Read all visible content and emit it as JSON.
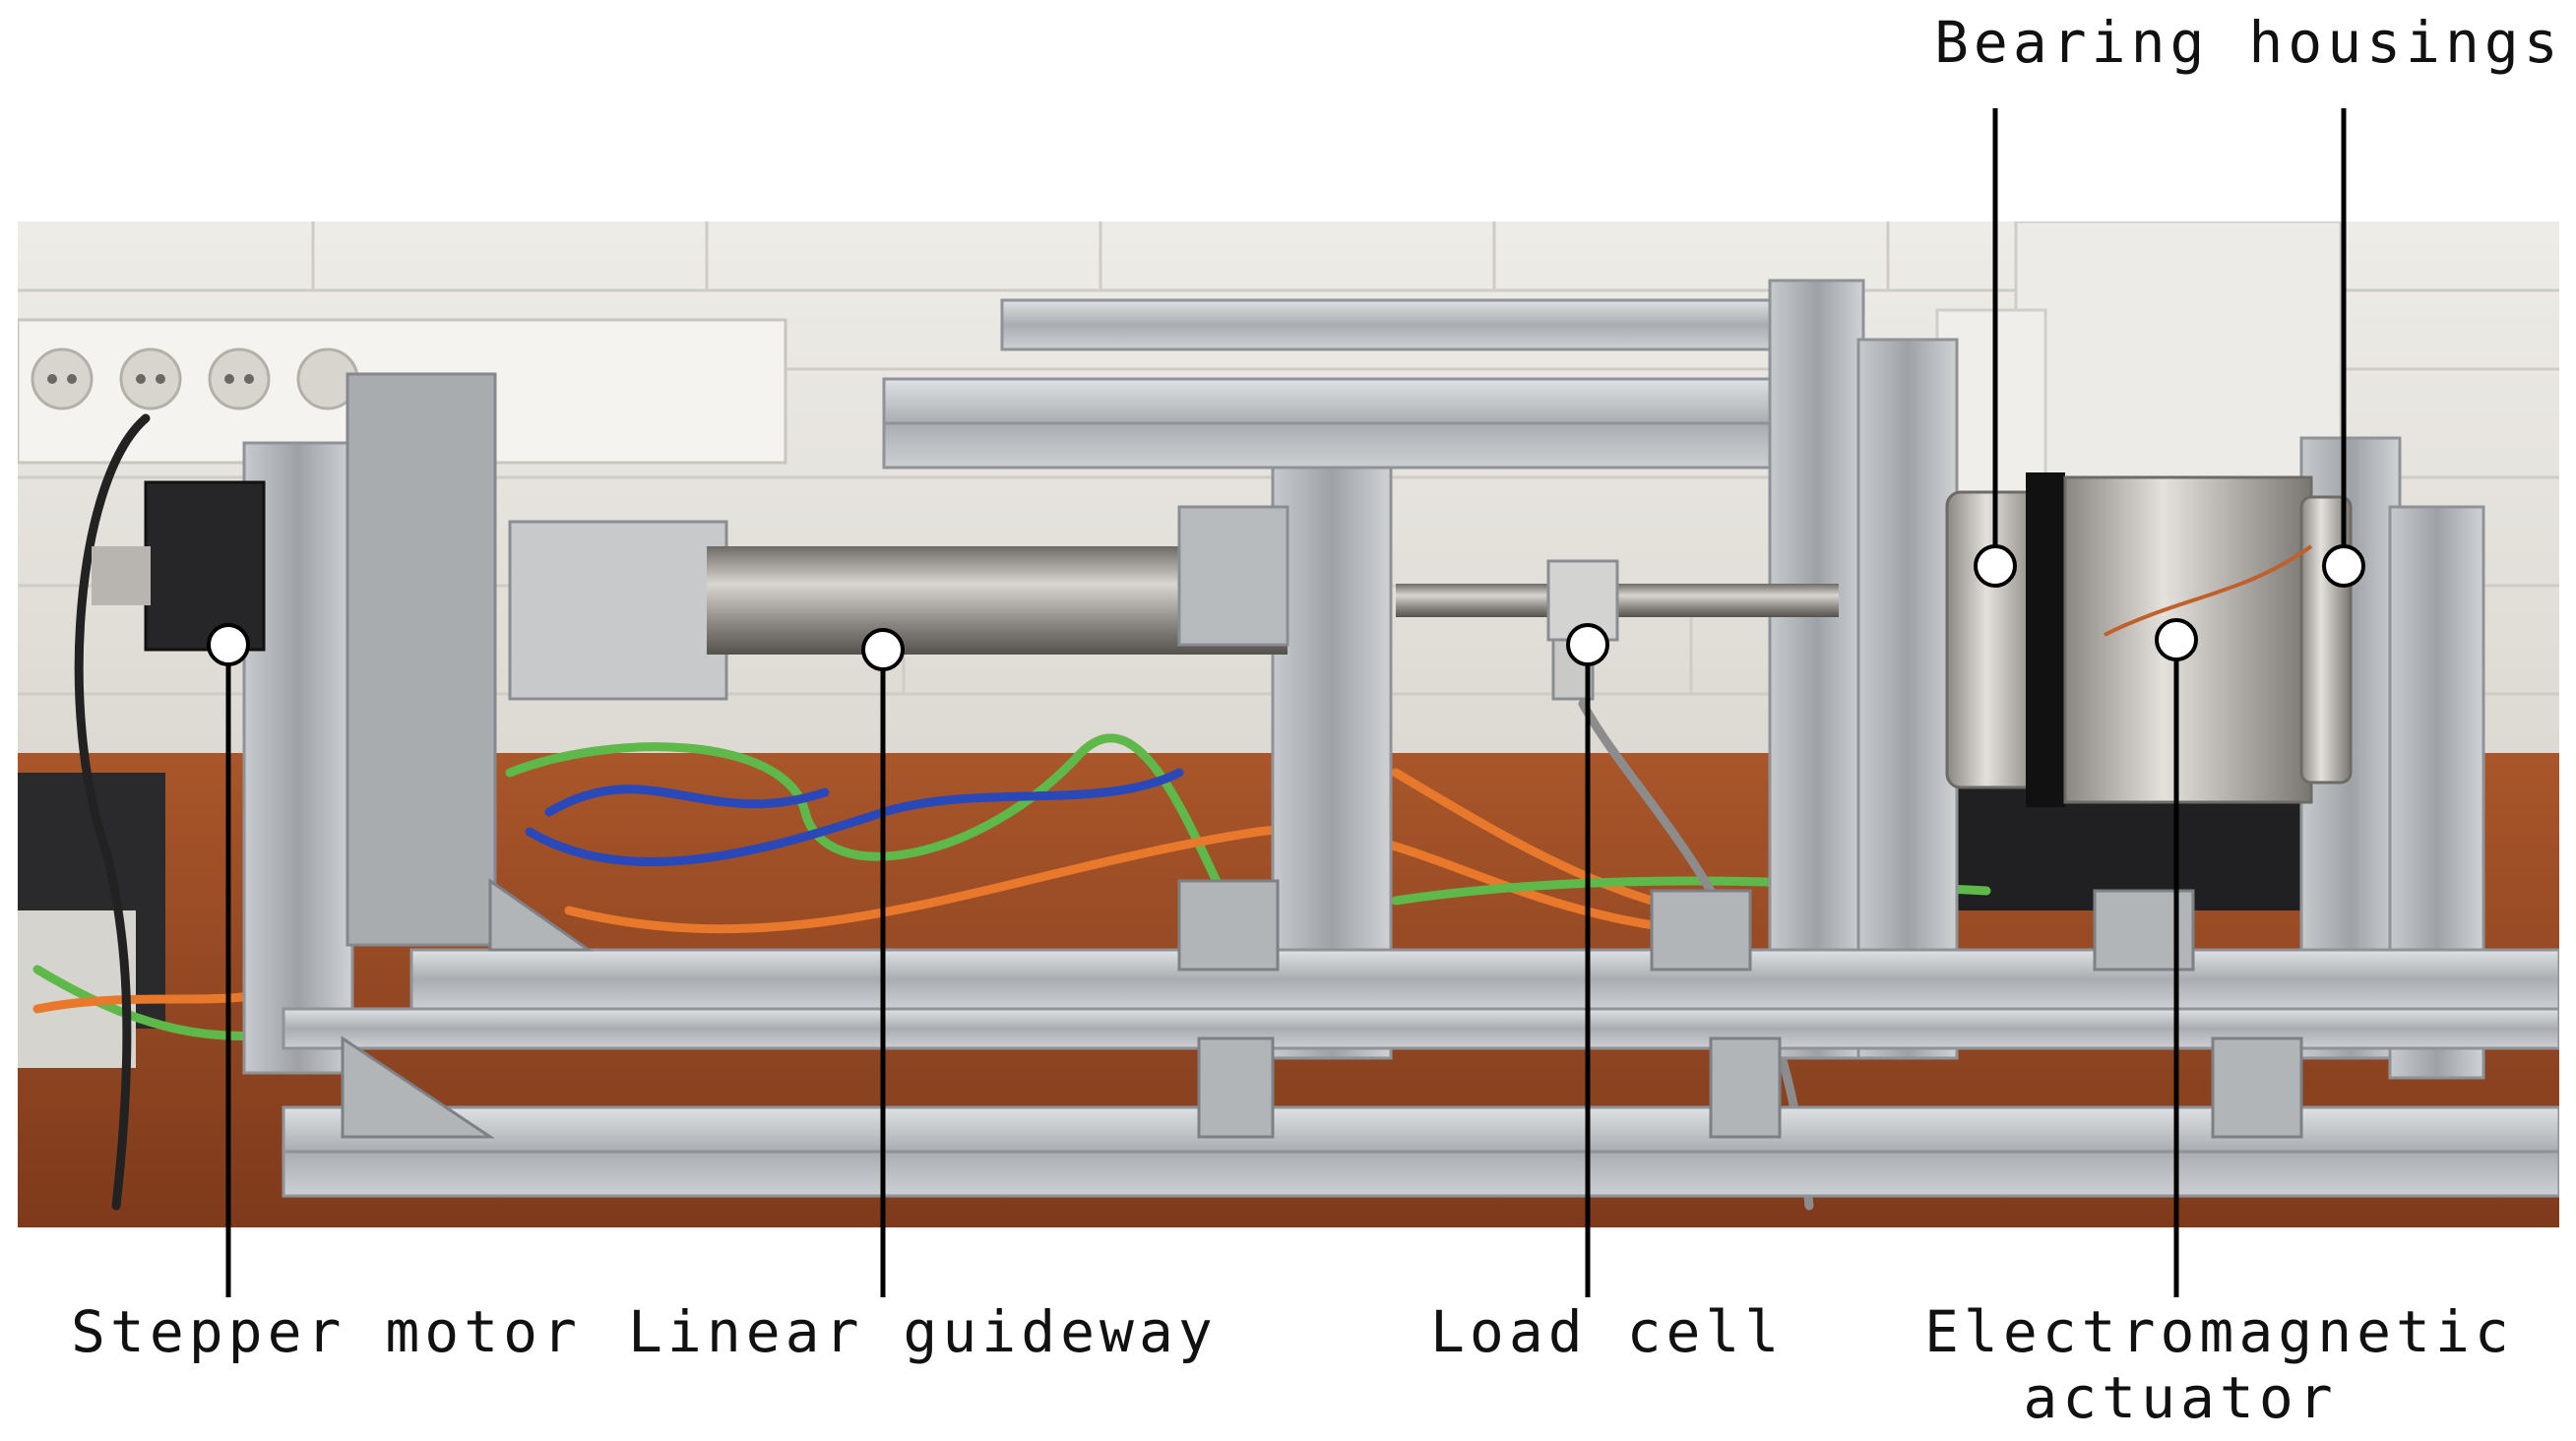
{
  "figure": {
    "labels": {
      "bearing_housings": "Bearing housings",
      "stepper_motor": "Stepper motor",
      "linear_guideway": "Linear guideway",
      "load_cell": "Load cell",
      "electromagnetic_actuator_line1": "Electromagnetic",
      "electromagnetic_actuator_line2": "actuator"
    },
    "colors": {
      "wall": "#e6e4de",
      "bench": "#9a4a22",
      "aluminium": "#b9bcbf",
      "cable_green": "#5fb84a",
      "cable_orange": "#e8782c",
      "cable_blue": "#2b48b8",
      "leader_line": "#000000",
      "marker_fill": "#ffffff"
    }
  }
}
